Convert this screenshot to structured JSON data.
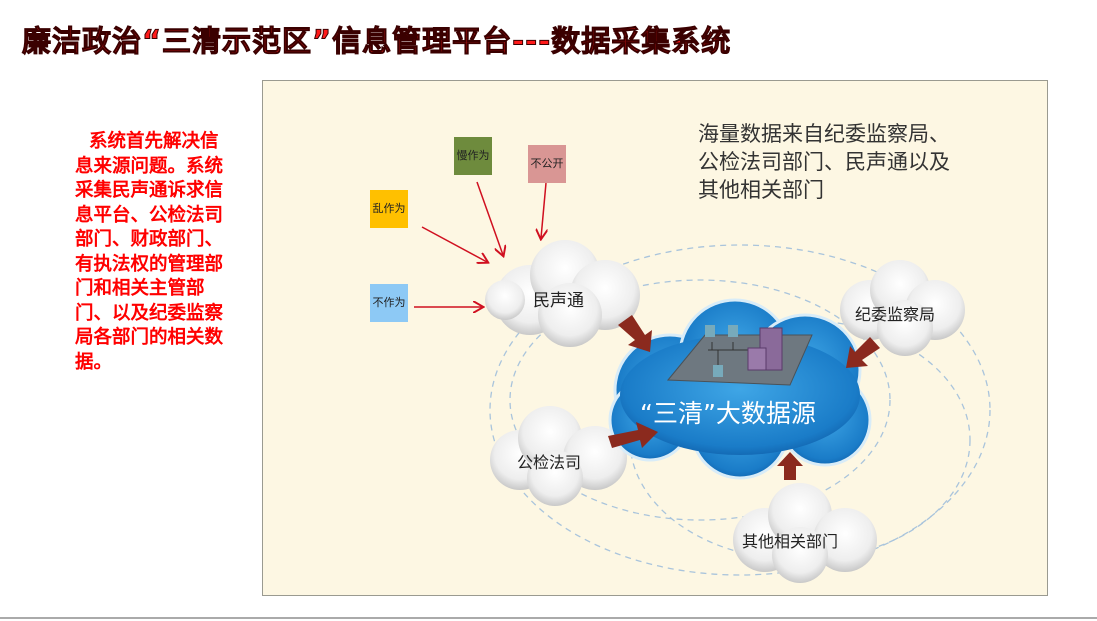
{
  "title": "廉洁政治“三清示范区”信息管理平台---数据采集系统",
  "left_text": "系统首先解决信息来源问题。系统采集民声通诉求信息平台、公检法司部门、财政部门、有执法权的管理部门和相关主管部门、以及纪委监察局各部门的相关数据。",
  "diagram": {
    "note": [
      "海量数据来自纪委监察局、",
      "公检法司部门、民声通以及",
      "其他相关部门"
    ],
    "center": "“三清”大数据源",
    "sources": {
      "minshengtong": "民声通",
      "jiwei": "纪委监察局",
      "gongjianfa": "公检法司",
      "other": "其他相关部门"
    },
    "issues": [
      {
        "label": "慢作为",
        "color": "#6e8b3d"
      },
      {
        "label": "不公开",
        "color": "#d99694"
      },
      {
        "label": "乱作为",
        "color": "#ffc000"
      },
      {
        "label": "不作为",
        "color": "#8dc9f5"
      }
    ]
  }
}
